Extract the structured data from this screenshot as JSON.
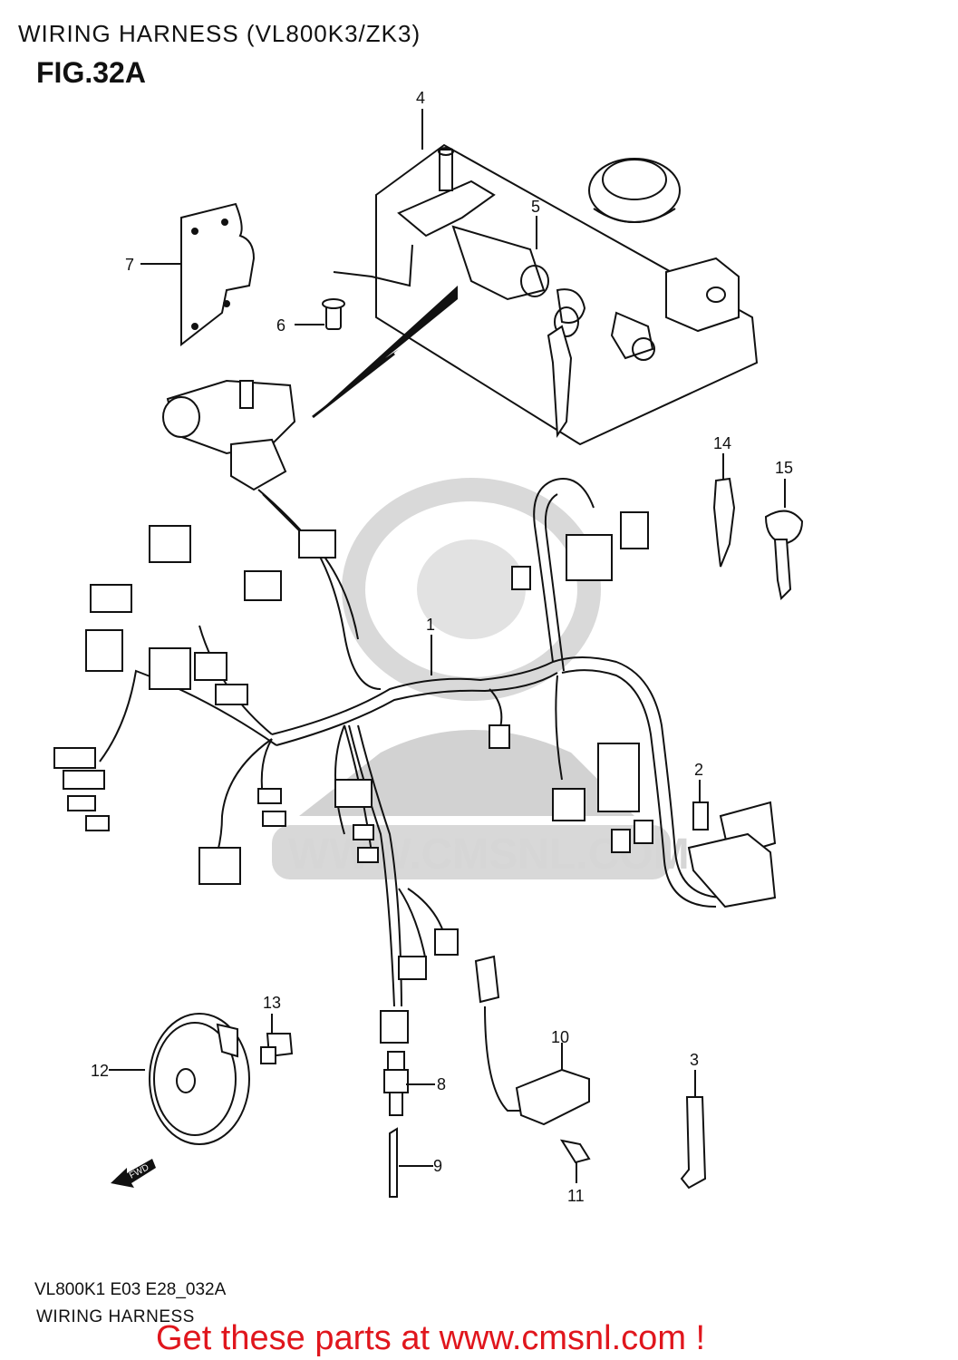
{
  "header": {
    "title": "WIRING HARNESS (VL800K3/ZK3)",
    "figure": "FIG.32A"
  },
  "callouts": [
    "1",
    "2",
    "3",
    "4",
    "5",
    "6",
    "7",
    "8",
    "9",
    "10",
    "11",
    "12",
    "13",
    "14",
    "15"
  ],
  "watermark": {
    "site": "WWW.CMSNL.COM"
  },
  "fwd_label": "FWD",
  "footer": {
    "drawing_code": "VL800K1 E03 E28_032A",
    "drawing_title": "WIRING HARNESS",
    "link_text": "Get these parts at www.cmsnl.com !",
    "link_color": "#e0161d"
  }
}
